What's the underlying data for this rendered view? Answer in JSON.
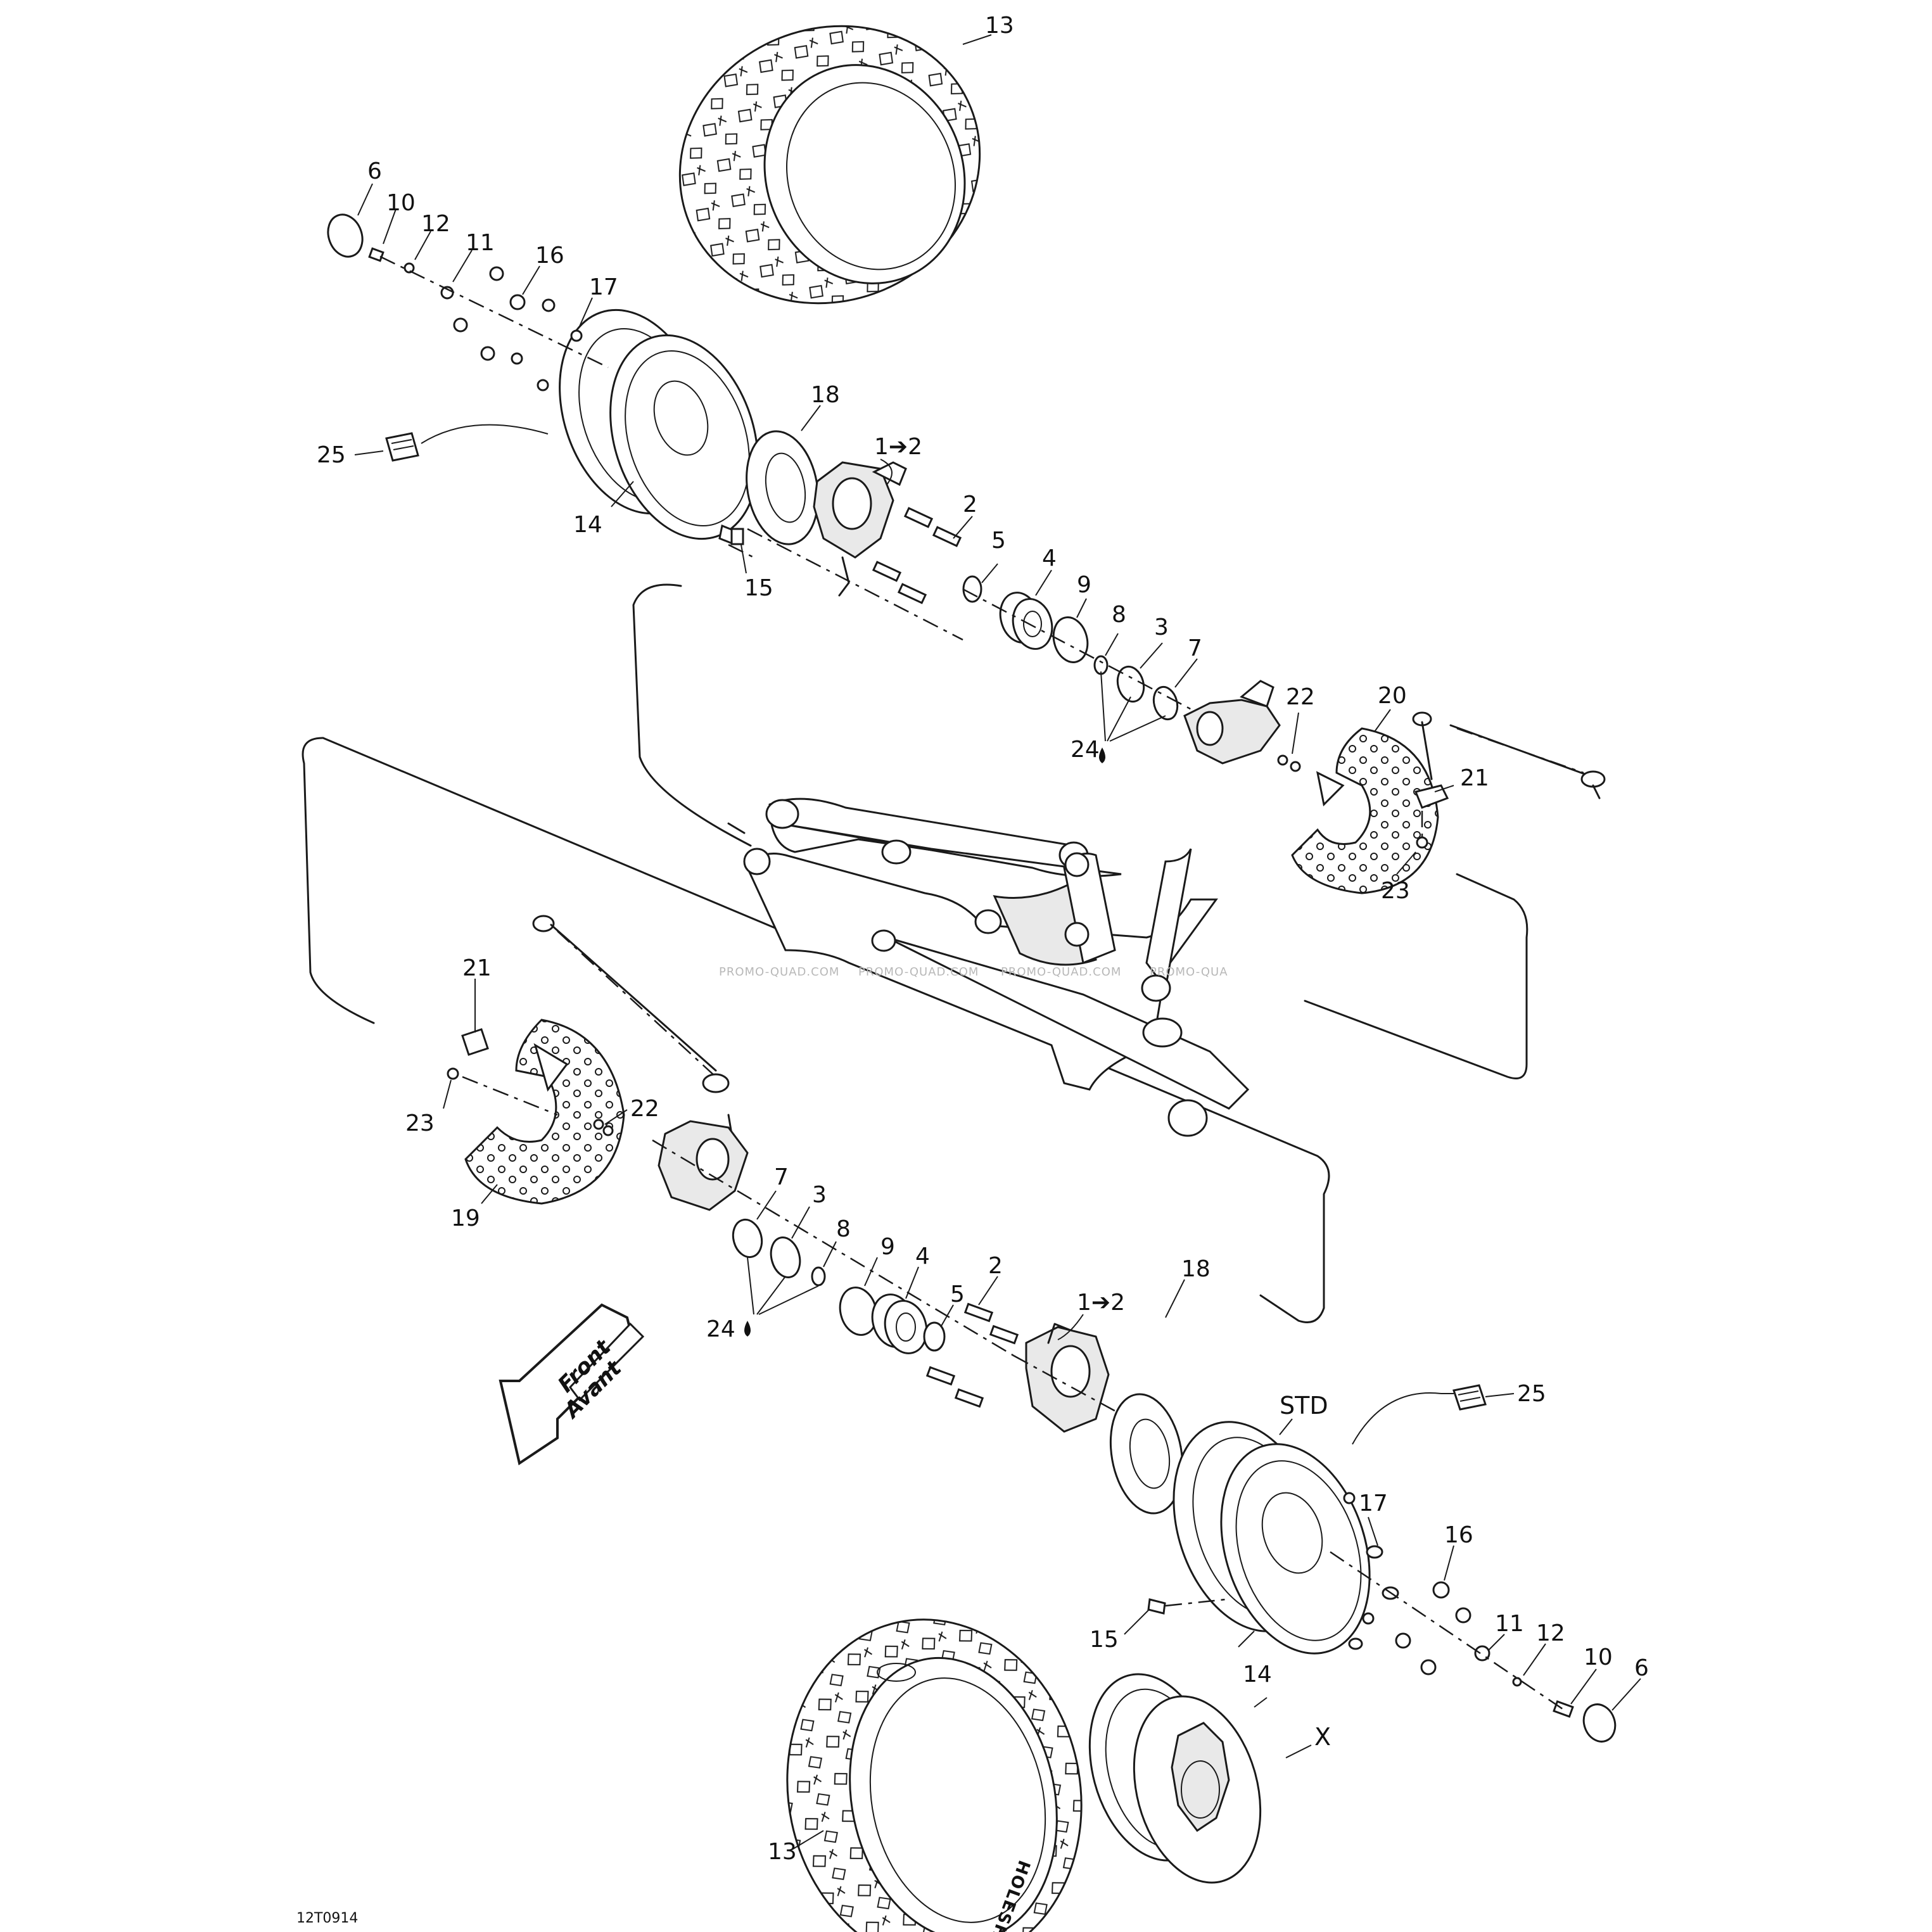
{
  "diagram_code": "12T0914",
  "watermark": "PROMO-QUAD.COM",
  "watermark_tail": "PROMO-QUA",
  "direction_label": {
    "line1": "Front",
    "line2": "Avant"
  },
  "tire_brand": "HOLESHOT",
  "callouts": {
    "n1_2": "1➔2",
    "n2": "2",
    "n3": "3",
    "n4": "4",
    "n5": "5",
    "n6": "6",
    "n7": "7",
    "n8": "8",
    "n9": "9",
    "n10": "10",
    "n11": "11",
    "n12": "12",
    "n13": "13",
    "n14": "14",
    "n15": "15",
    "n16": "16",
    "n17": "17",
    "n18": "18",
    "n19": "19",
    "n20": "20",
    "n21": "21",
    "n22": "22",
    "n23": "23",
    "n24": "24",
    "n25": "25",
    "std": "STD",
    "x": "X"
  },
  "colors": {
    "line": "#1a1a1a",
    "background": "#ffffff",
    "watermark": "#b8b8b8"
  }
}
